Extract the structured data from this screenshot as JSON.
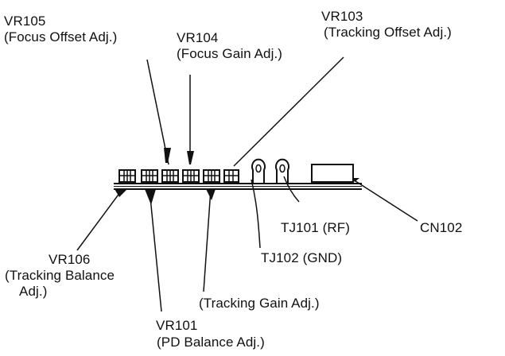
{
  "labels": {
    "vr105": {
      "code": "VR105",
      "desc": "(Focus Offset Adj.)"
    },
    "vr104": {
      "code": "VR104",
      "desc": "(Focus Gain Adj.)"
    },
    "vr103": {
      "code": "VR103",
      "desc": "(Tracking Offset Adj.)"
    },
    "vr106": {
      "code": "VR106",
      "desc_line1": "(Tracking Balance",
      "desc_line2": "Adj.)"
    },
    "vr101": {
      "code": "VR101",
      "desc": "(PD Balance Adj.)"
    },
    "tracking_gain": {
      "desc": "(Tracking Gain Adj.)"
    },
    "tj101": {
      "text": "TJ101 (RF)"
    },
    "tj102": {
      "text": "TJ102 (GND)"
    },
    "cn102": {
      "text": "CN102"
    }
  }
}
